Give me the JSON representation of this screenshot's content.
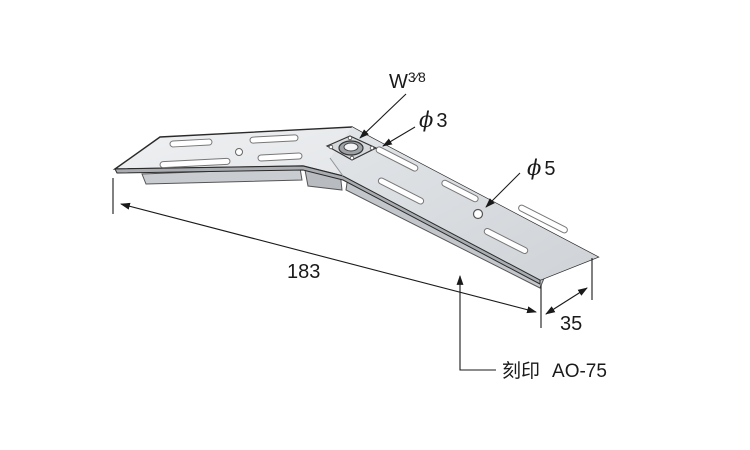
{
  "diagram": {
    "labels": {
      "bolt_size": "W",
      "bolt_fraction": "3⁄8",
      "hole_small_symbol": "ϕ",
      "hole_small_value": "3",
      "hole_large_symbol": "ϕ",
      "hole_large_value": "5",
      "length": "183",
      "width": "35",
      "stamp_label": "刻印",
      "stamp_code": "AO-75"
    },
    "colors": {
      "line": "#1a1a1a",
      "plate_top": "#e6e8ea",
      "plate_top_right": "#dcdfe2",
      "plate_edge": "#b9bcc0",
      "slot": "#9a9ea3",
      "background": "#ffffff"
    }
  }
}
